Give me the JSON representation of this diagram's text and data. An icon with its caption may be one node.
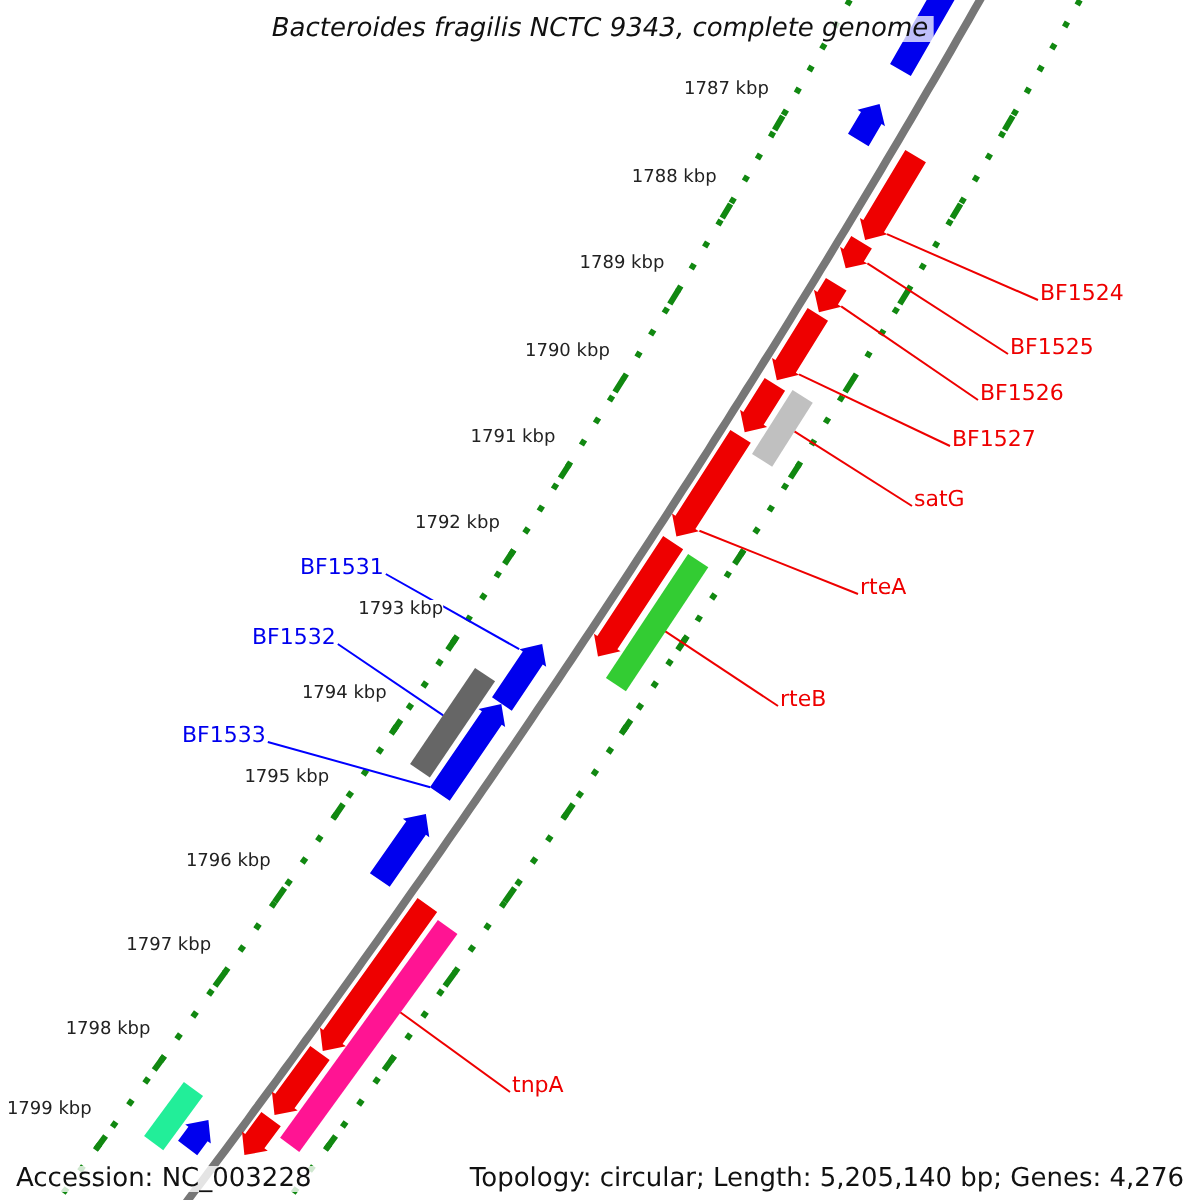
{
  "diagram": {
    "title": "Bacteroides fragilis NCTC 9343, complete genome",
    "nodes": [
      {
        "text": [],
        "shape": "arrow"
      },
      {
        "text": [],
        "shape": "arrow"
      },
      {
        "text": [],
        "shape": "arrow"
      },
      {
        "text": [],
        "shape": "arrow"
      },
      {
        "text": [],
        "shape": "arrow"
      },
      {
        "text": [],
        "shape": "arrow"
      },
      {
        "text": [],
        "shape": "arrow"
      },
      {
        "text": [],
        "shape": "box"
      },
      {
        "text": [],
        "shape": "arrow"
      },
      {
        "text": [],
        "shape": "arrow"
      },
      {
        "text": [],
        "shape": "box"
      },
      {
        "text": [],
        "shape": "arrow"
      },
      {
        "text": [],
        "shape": "box"
      },
      {
        "text": [],
        "shape": "arrow"
      },
      {
        "text": [],
        "shape": "arrow"
      },
      {
        "text": [],
        "shape": "arrow"
      },
      {
        "text": [],
        "shape": "box"
      },
      {
        "text": [],
        "shape": "arrow"
      },
      {
        "text": [],
        "shape": "arrow"
      },
      {
        "text": [],
        "shape": "box"
      },
      {
        "text": [],
        "shape": "arrow"
      },
      {
        "text": [
          "BF1524"
        ]
      },
      {
        "text": [
          "BF1525"
        ]
      },
      {
        "text": [
          "BF1526"
        ]
      },
      {
        "text": [
          "BF1527"
        ]
      },
      {
        "text": [
          "satG"
        ]
      },
      {
        "text": [
          "rteA"
        ]
      },
      {
        "text": [
          "rteB"
        ]
      },
      {
        "text": [
          "tnpA"
        ]
      },
      {
        "text": [
          "BF1531"
        ]
      },
      {
        "text": [
          "BF1532"
        ]
      },
      {
        "text": [
          "BF1533"
        ]
      }
    ],
    "edges": [
      {
        "from": 21,
        "to": 2,
        "arrow": "none"
      },
      {
        "from": 22,
        "to": 3,
        "arrow": "none"
      },
      {
        "from": 23,
        "to": 4,
        "arrow": "none"
      },
      {
        "from": 24,
        "to": 5,
        "arrow": "none"
      },
      {
        "from": 25,
        "to": 7,
        "arrow": "none"
      },
      {
        "from": 26,
        "to": 8,
        "arrow": "none"
      },
      {
        "from": 27,
        "to": 10,
        "arrow": "none"
      },
      {
        "from": 28,
        "to": 16,
        "arrow": "none"
      },
      {
        "from": 29,
        "to": 11,
        "arrow": "none",
        "color": "#0000ff"
      },
      {
        "from": 30,
        "to": 12,
        "arrow": "none",
        "color": "#0000ff"
      },
      {
        "from": 31,
        "to": 13,
        "arrow": "none",
        "color": "#0000ff"
      }
    ],
    "labels": [
      "1787 kbp",
      "1788 kbp",
      "1789 kbp",
      "1790 kbp",
      "1791 kbp",
      "1792 kbp",
      "1793 kbp",
      "1794 kbp",
      "1795 kbp",
      "1796 kbp",
      "1797 kbp",
      "1798 kbp",
      "1799 kbp",
      "Accession: NC_003228",
      "Topology: circular; Length: 5,205,140 bp; Genes: 4,276"
    ]
  }
}
